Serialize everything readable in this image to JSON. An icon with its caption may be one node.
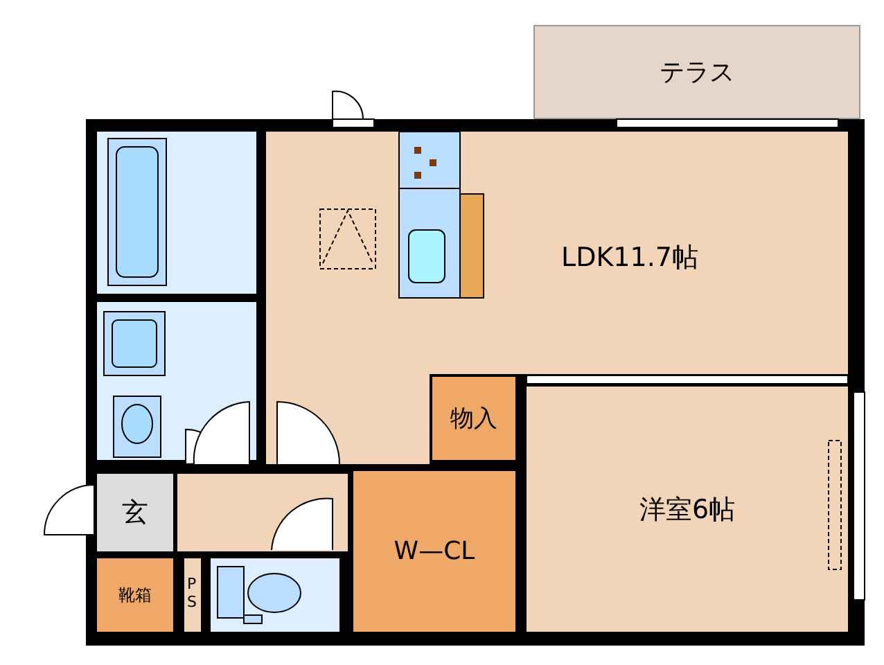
{
  "diagram": {
    "nodes": [
      {
        "text": [
          "テラス"
        ]
      },
      {
        "text": [
          "LDK11.7帖"
        ]
      },
      {
        "text": [
          "物入"
        ]
      },
      {
        "text": [
          "W—CL"
        ]
      },
      {
        "text": [
          "洋室6帖"
        ]
      },
      {
        "text": [
          "玄"
        ]
      },
      {
        "text": [
          "靴箱"
        ]
      },
      {
        "text": [
          "PS"
        ]
      }
    ]
  }
}
